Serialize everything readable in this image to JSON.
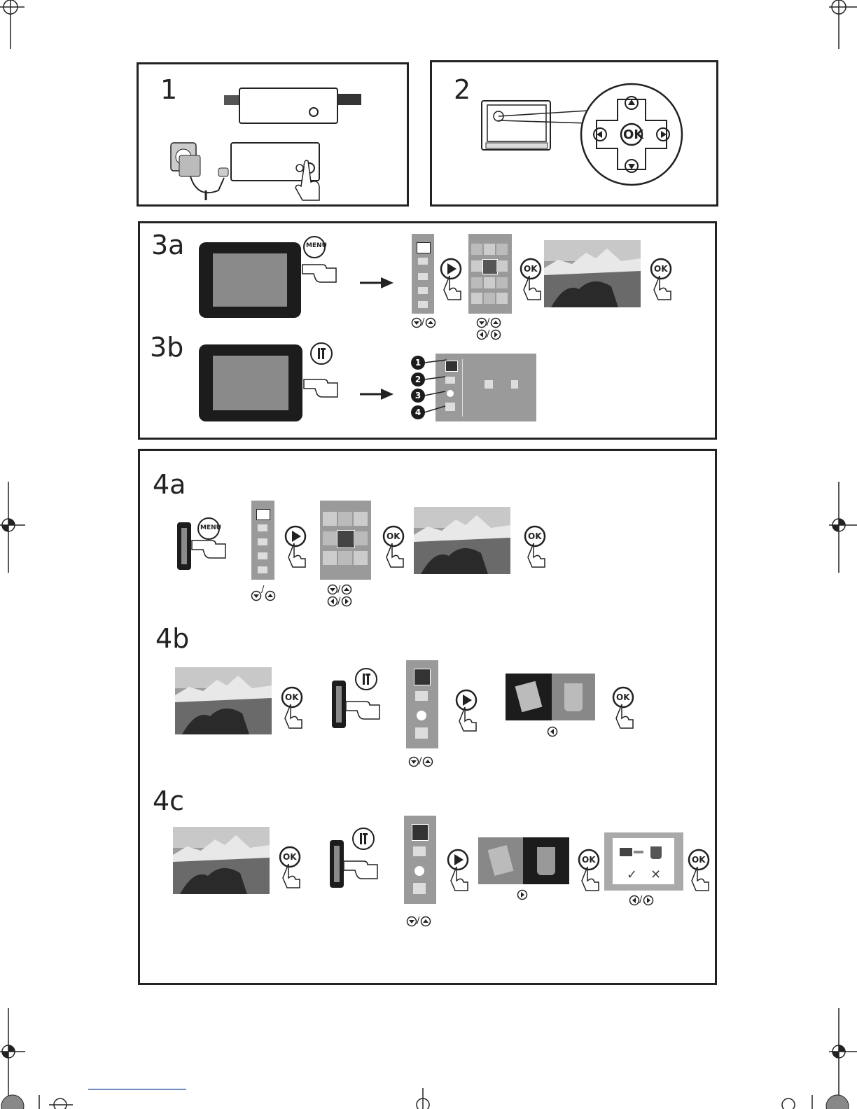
{
  "steps": {
    "s1": "1",
    "s2": "2",
    "s3a": "3a",
    "s3b": "3b",
    "s4a": "4a",
    "s4b": "4b",
    "s4c": "4c"
  },
  "buttons": {
    "menu": "MENU",
    "ok": "OK"
  },
  "numbered_callouts": [
    "1",
    "2",
    "3",
    "4"
  ],
  "captions": {
    "down_up": "/",
    "left_right": "/"
  },
  "icons": [
    "usb-stick-icon",
    "sd-card-icon",
    "power-plug-icon",
    "power-button-icon",
    "pointing-hand-icon",
    "dpad-icon",
    "play-button-icon",
    "settings-tools-icon",
    "down-arrow-button-icon",
    "up-arrow-button-icon",
    "left-arrow-button-icon",
    "right-arrow-button-icon",
    "photo-icon",
    "trash-icon",
    "check-icon",
    "cross-icon"
  ],
  "colors": {
    "line": "#222222",
    "screen_gray": "#8a8a8a",
    "frame_black": "#1c1c1c",
    "menu_bg": "#9a9a9a"
  }
}
